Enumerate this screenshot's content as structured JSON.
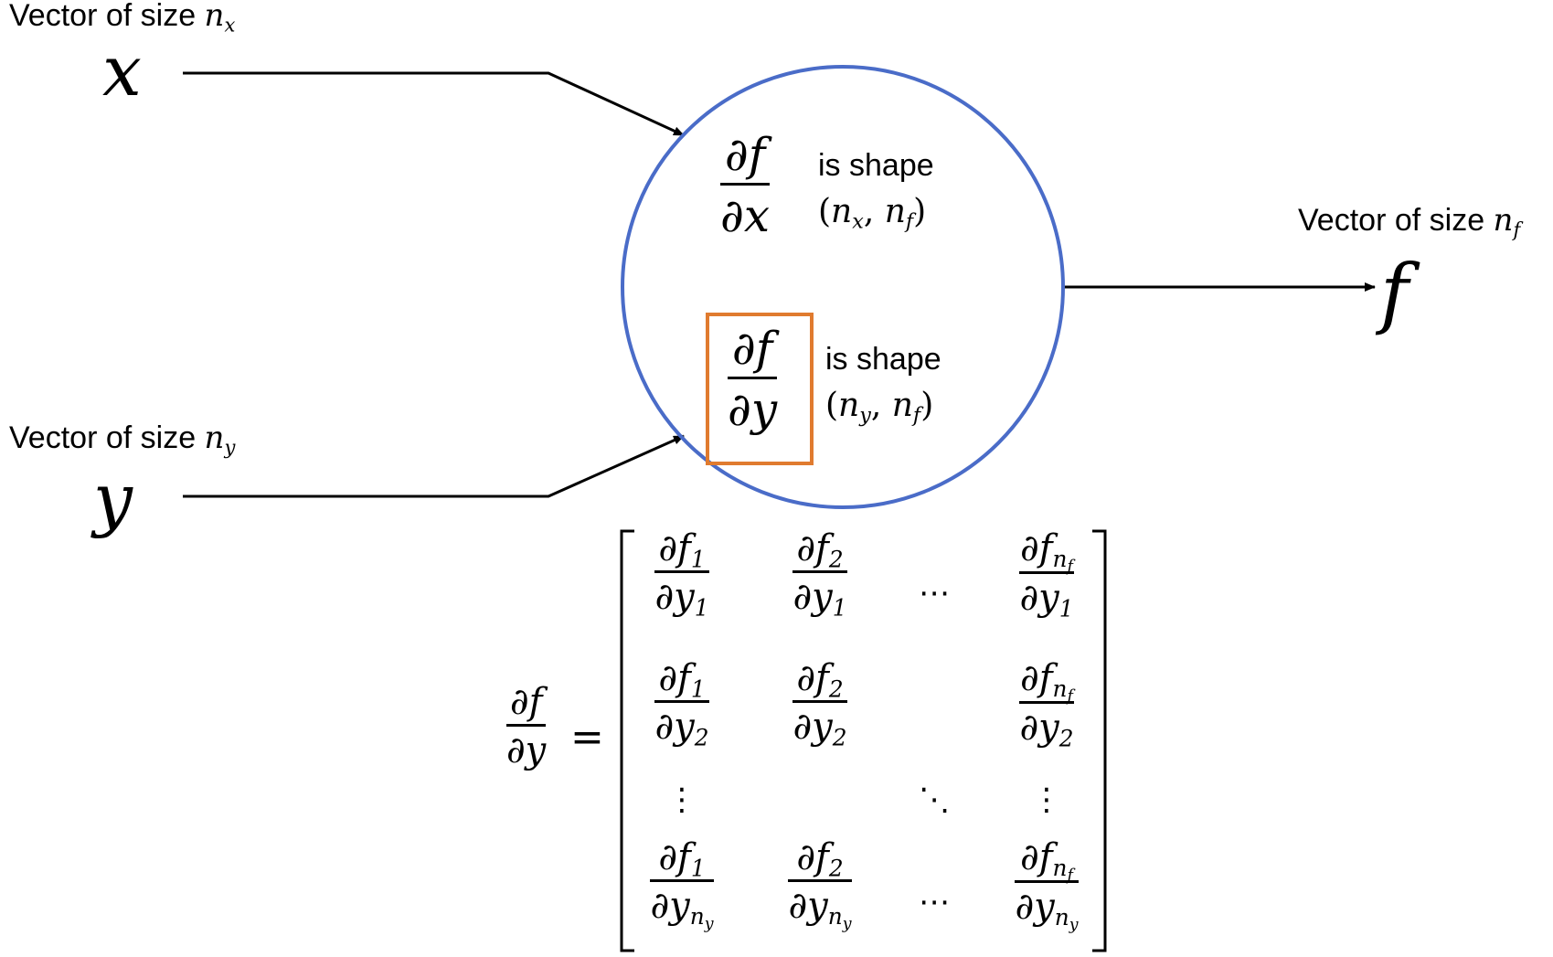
{
  "diagram": {
    "x_input": {
      "label": "Vector of size ",
      "size_sym": "n",
      "size_sub": "x",
      "var": "x"
    },
    "y_input": {
      "label": "Vector of size ",
      "size_sym": "n",
      "size_sub": "y",
      "var": "y"
    },
    "f_output": {
      "label": "Vector of size ",
      "size_sym": "n",
      "size_sub": "f",
      "var": "f"
    },
    "node": {
      "circle_color": "#4a6cc8",
      "highlight_color": "#e07b2f",
      "dfdx": {
        "num": "∂f",
        "den": "∂x",
        "text": "is shape",
        "tuple_open": "(",
        "n1": "n",
        "s1": "x",
        "comma": ", ",
        "n2": "n",
        "s2": "f",
        "tuple_close": ")"
      },
      "dfdy": {
        "num": "∂f",
        "den": "∂y",
        "text": "is shape",
        "tuple_open": "(",
        "n1": "n",
        "s1": "y",
        "comma": ", ",
        "n2": "n",
        "s2": "f",
        "tuple_close": ")"
      }
    },
    "jacobian": {
      "lhs_num": "∂f",
      "lhs_den": "∂y",
      "equals": "=",
      "df": "∂f",
      "dy": "∂y",
      "ny": "n",
      "ny_sub": "y",
      "nf": "n",
      "nf_sub": "f",
      "cols": [
        "1",
        "2",
        "n"
      ],
      "rows": [
        "1",
        "2",
        "n"
      ],
      "hdots": "⋯",
      "vdots": "⋮",
      "ddots": "⋱"
    }
  }
}
